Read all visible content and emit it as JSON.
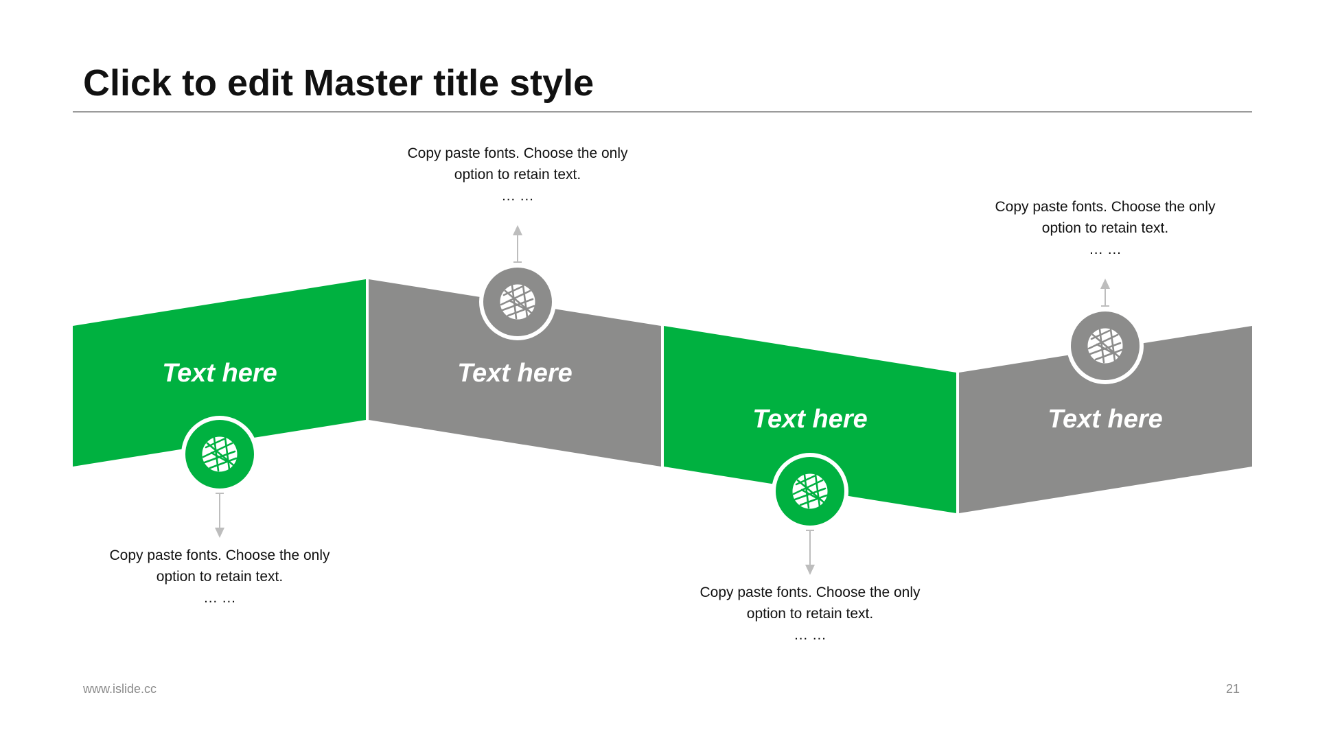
{
  "slide": {
    "title": "Click to edit Master title style",
    "footer_url": "www.islide.cc",
    "page_number": "21"
  },
  "colors": {
    "green": "#00B140",
    "gray": "#8C8C8B",
    "connector": "#BDBDBD",
    "text": "#111111"
  },
  "segments": [
    {
      "label": "Text here",
      "color": "green",
      "icon": "network-globe-icon"
    },
    {
      "label": "Text here",
      "color": "gray",
      "icon": "network-globe-icon"
    },
    {
      "label": "Text here",
      "color": "green",
      "icon": "network-globe-icon"
    },
    {
      "label": "Text here",
      "color": "gray",
      "icon": "network-globe-icon"
    }
  ],
  "captions": [
    {
      "line1": "Copy paste fonts. Choose the only",
      "line2": "option to retain text.",
      "line3": "… …"
    },
    {
      "line1": "Copy paste fonts. Choose the only",
      "line2": "option to retain text.",
      "line3": "… …"
    },
    {
      "line1": "Copy paste fonts. Choose the only",
      "line2": "option to retain text.",
      "line3": "… …"
    },
    {
      "line1": "Copy paste fonts. Choose the only",
      "line2": "option to retain text.",
      "line3": "… …"
    }
  ]
}
